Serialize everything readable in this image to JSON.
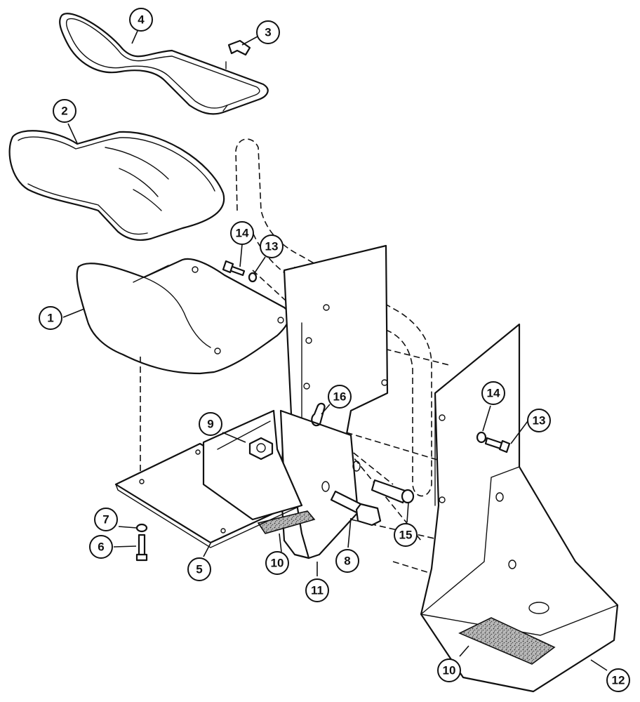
{
  "callouts": [
    {
      "id": "c4",
      "label": "4"
    },
    {
      "id": "c3",
      "label": "3"
    },
    {
      "id": "c2",
      "label": "2"
    },
    {
      "id": "c14a",
      "label": "14"
    },
    {
      "id": "c13a",
      "label": "13"
    },
    {
      "id": "c1",
      "label": "1"
    },
    {
      "id": "c16",
      "label": "16"
    },
    {
      "id": "c9",
      "label": "9"
    },
    {
      "id": "c14b",
      "label": "14"
    },
    {
      "id": "c13b",
      "label": "13"
    },
    {
      "id": "c7",
      "label": "7"
    },
    {
      "id": "c6",
      "label": "6"
    },
    {
      "id": "c5",
      "label": "5"
    },
    {
      "id": "c10a",
      "label": "10"
    },
    {
      "id": "c11",
      "label": "11"
    },
    {
      "id": "c8",
      "label": "8"
    },
    {
      "id": "c15",
      "label": "15"
    },
    {
      "id": "c10b",
      "label": "10"
    },
    {
      "id": "c12",
      "label": "12"
    }
  ],
  "colors": {
    "line": "#111111",
    "background": "#ffffff",
    "grit": "#777777"
  }
}
